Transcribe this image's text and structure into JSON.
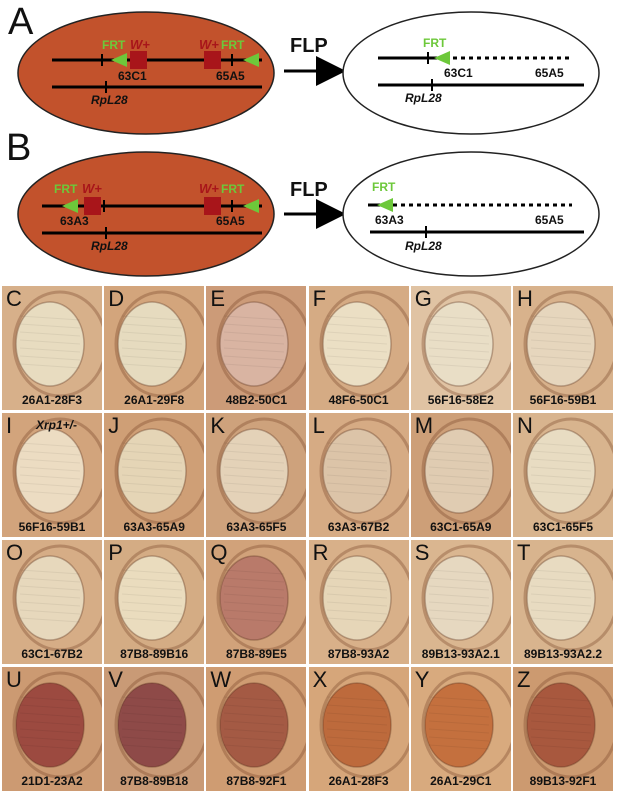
{
  "schematic_a": {
    "letter": "A",
    "before": {
      "frt_left": "FRT",
      "w_left": "W+",
      "w_right": "W+",
      "frt_right": "FRT",
      "band_left": "63C1",
      "band_right": "65A5",
      "rpl": "RpL28"
    },
    "arrow": "FLP",
    "after": {
      "frt": "FRT",
      "band_left": "63C1",
      "band_right": "65A5",
      "rpl": "RpL28"
    }
  },
  "schematic_b": {
    "letter": "B",
    "before": {
      "frt_left": "FRT",
      "w_left": "W+",
      "w_right": "W+",
      "frt_right": "FRT",
      "band_left": "63A3",
      "band_right": "65A5",
      "rpl": "RpL28"
    },
    "arrow": "FLP",
    "after": {
      "frt": "FRT",
      "band_left": "63A3",
      "band_right": "65A5",
      "rpl": "RpL28"
    }
  },
  "colors": {
    "ellipse_fill": "#c2522c",
    "frt_green": "#6dc83a",
    "w_red": "#a8151a"
  },
  "panels": [
    {
      "letter": "C",
      "caption": "26A1-28F3",
      "note": "",
      "eye": "#e8dcc0",
      "bg": "#d7b08a"
    },
    {
      "letter": "D",
      "caption": "26A1-29F8",
      "note": "",
      "eye": "#e6dbbf",
      "bg": "#d3a57c"
    },
    {
      "letter": "E",
      "caption": "48B2-50C1",
      "note": "",
      "eye": "#d9b4a2",
      "bg": "#cc9b78"
    },
    {
      "letter": "F",
      "caption": "48F6-50C1",
      "note": "",
      "eye": "#ebdfc4",
      "bg": "#d5ab84"
    },
    {
      "letter": "G",
      "caption": "56F16-58E2",
      "note": "",
      "eye": "#e9dec6",
      "bg": "#e0c3a3"
    },
    {
      "letter": "H",
      "caption": "56F16-59B1",
      "note": "",
      "eye": "#e6d6bd",
      "bg": "#d8b28c"
    },
    {
      "letter": "I",
      "caption": "56F16-59B1",
      "note": "Xrp1+/-",
      "eye": "#ecdcc2",
      "bg": "#d2a47c"
    },
    {
      "letter": "J",
      "caption": "63A3-65A9",
      "note": "",
      "eye": "#e5d5b6",
      "bg": "#cf9f76"
    },
    {
      "letter": "K",
      "caption": "63A3-65F5",
      "note": "",
      "eye": "#e4d2b8",
      "bg": "#cea27c"
    },
    {
      "letter": "L",
      "caption": "63A3-67B2",
      "note": "",
      "eye": "#dcc4a8",
      "bg": "#d6ab84"
    },
    {
      "letter": "M",
      "caption": "63C1-65A9",
      "note": "",
      "eye": "#e0ccb2",
      "bg": "#cd9f78"
    },
    {
      "letter": "N",
      "caption": "63C1-65F5",
      "note": "",
      "eye": "#e8dcc2",
      "bg": "#d8b48e"
    },
    {
      "letter": "O",
      "caption": "63C1-67B2",
      "note": "",
      "eye": "#e7d8bc",
      "bg": "#d6ad86"
    },
    {
      "letter": "P",
      "caption": "87B8-89B16",
      "note": "",
      "eye": "#eadcbe",
      "bg": "#d4ac84"
    },
    {
      "letter": "Q",
      "caption": "87B8-89E5",
      "note": "",
      "eye": "#b97a6a",
      "bg": "#d1a27a"
    },
    {
      "letter": "R",
      "caption": "87B8-93A2",
      "note": "",
      "eye": "#e6d6b8",
      "bg": "#d8b089"
    },
    {
      "letter": "S",
      "caption": "89B13-93A2.1",
      "note": "",
      "eye": "#e6d8c0",
      "bg": "#dab690"
    },
    {
      "letter": "T",
      "caption": "89B13-93A2.2",
      "note": "",
      "eye": "#e8dbc1",
      "bg": "#d8b48e"
    },
    {
      "letter": "U",
      "caption": "21D1-23A2",
      "note": "",
      "eye": "#9c4a40",
      "bg": "#cc9a72"
    },
    {
      "letter": "V",
      "caption": "87B8-89B18",
      "note": "",
      "eye": "#8e4a48",
      "bg": "#c99a76"
    },
    {
      "letter": "W",
      "caption": "87B8-92F1",
      "note": "",
      "eye": "#a45a44",
      "bg": "#cf9c72"
    },
    {
      "letter": "X",
      "caption": "26A1-28F3",
      "note": "",
      "eye": "#bd6a3c",
      "bg": "#d6a67a"
    },
    {
      "letter": "Y",
      "caption": "26A1-29C1",
      "note": "",
      "eye": "#c4703e",
      "bg": "#d8aa7e"
    },
    {
      "letter": "Z",
      "caption": "89B13-92F1",
      "note": "",
      "eye": "#a8583e",
      "bg": "#cc9a70"
    }
  ]
}
